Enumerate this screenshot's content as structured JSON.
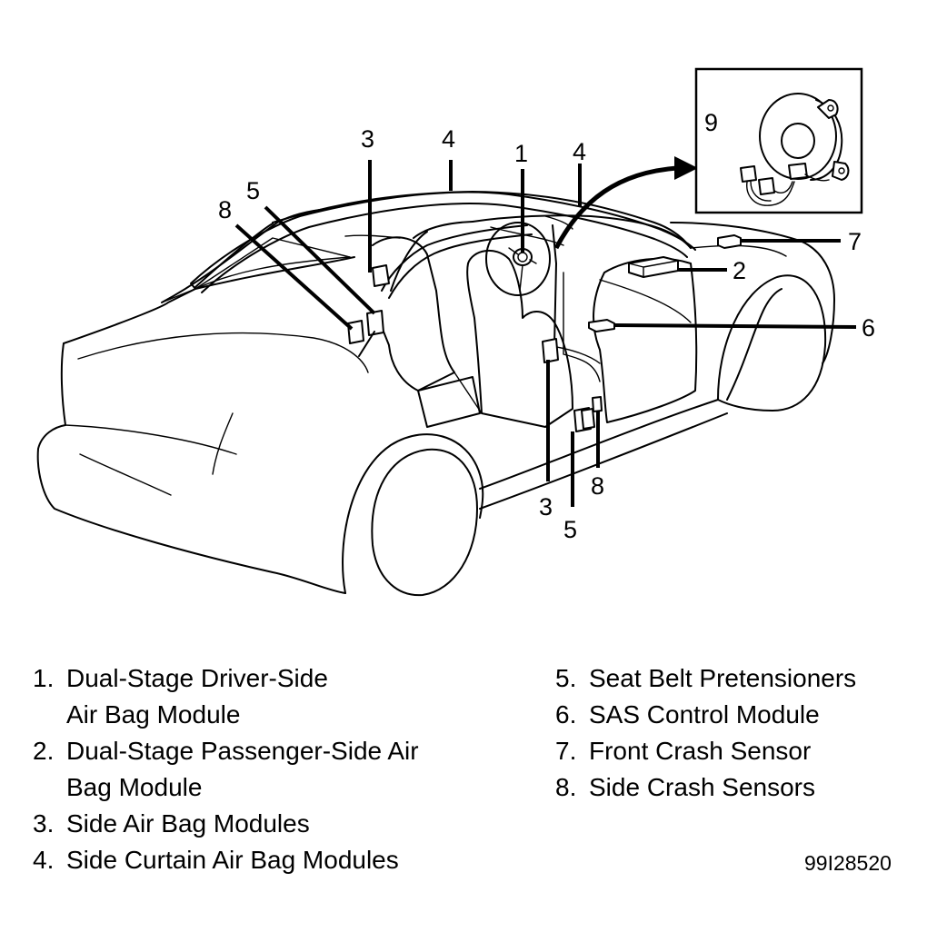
{
  "callouts": {
    "c1": "1",
    "c2": "2",
    "c3_top": "3",
    "c3_bottom": "3",
    "c4_left": "4",
    "c4_right": "4",
    "c5_top": "5",
    "c5_bottom": "5",
    "c6": "6",
    "c7": "7",
    "c8_top": "8",
    "c8_bottom": "8",
    "c9": "9"
  },
  "legend": {
    "left": [
      {
        "num": "1.",
        "lines": [
          "Dual-Stage Driver-Side",
          "Air Bag Module"
        ]
      },
      {
        "num": "2.",
        "lines": [
          "Dual-Stage Passenger-Side Air",
          "Bag Module"
        ]
      },
      {
        "num": "3.",
        "lines": [
          "Side Air Bag Modules"
        ]
      },
      {
        "num": "4.",
        "lines": [
          "Side Curtain Air Bag Modules"
        ]
      }
    ],
    "right": [
      {
        "num": "5.",
        "lines": [
          "Seat Belt Pretensioners"
        ]
      },
      {
        "num": "6.",
        "lines": [
          "SAS Control Module"
        ]
      },
      {
        "num": "7.",
        "lines": [
          "Front Crash Sensor"
        ]
      },
      {
        "num": "8.",
        "lines": [
          "Side Crash Sensors"
        ]
      }
    ]
  },
  "figure_ref": "99I28520"
}
